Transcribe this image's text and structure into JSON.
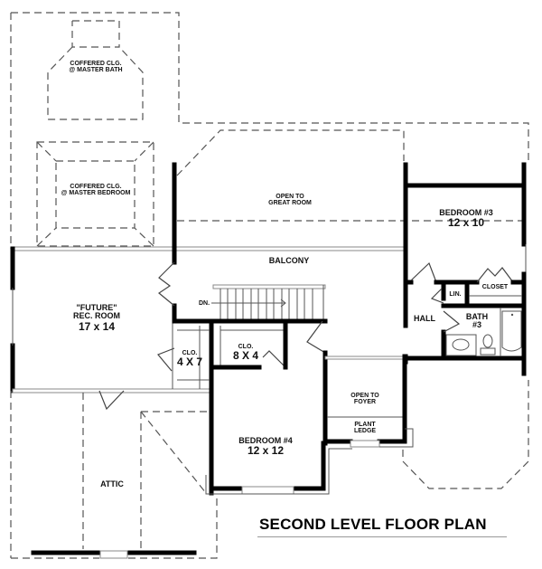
{
  "plan": {
    "title": "SECOND LEVEL FLOOR PLAN",
    "wall_color": "#000000",
    "background": "#ffffff"
  },
  "rooms": {
    "coffered_bath": {
      "line1": "COFFERED CLG.",
      "line2": "@ MASTER BATH"
    },
    "coffered_bedroom": {
      "line1": "COFFERED CLG.",
      "line2": "@ MASTER BEDROOM"
    },
    "open_great_room": {
      "line1": "OPEN TO",
      "line2": "GREAT ROOM"
    },
    "bedroom3": {
      "name": "BEDROOM #3",
      "size": "12 x 10"
    },
    "balcony": {
      "name": "BALCONY"
    },
    "future_rec": {
      "line1": "\"FUTURE\"",
      "line2": "REC. ROOM",
      "size": "17 x 14"
    },
    "stairs": {
      "label": "DN."
    },
    "closet_4x7": {
      "name": "CLO.",
      "size": "4 X 7"
    },
    "closet_8x4": {
      "name": "CLO.",
      "size": "8 X 4"
    },
    "hall": {
      "name": "HALL"
    },
    "linen": {
      "name": "LIN."
    },
    "closet_b3": {
      "name": "CLOSET"
    },
    "bath3": {
      "line1": "BATH",
      "line2": "#3"
    },
    "open_foyer": {
      "line1": "OPEN TO",
      "line2": "FOYER"
    },
    "plant_ledge": {
      "line1": "PLANT",
      "line2": "LEDGE"
    },
    "bedroom4": {
      "name": "BEDROOM #4",
      "size": "12 x 12"
    },
    "attic": {
      "name": "ATTIC"
    }
  }
}
